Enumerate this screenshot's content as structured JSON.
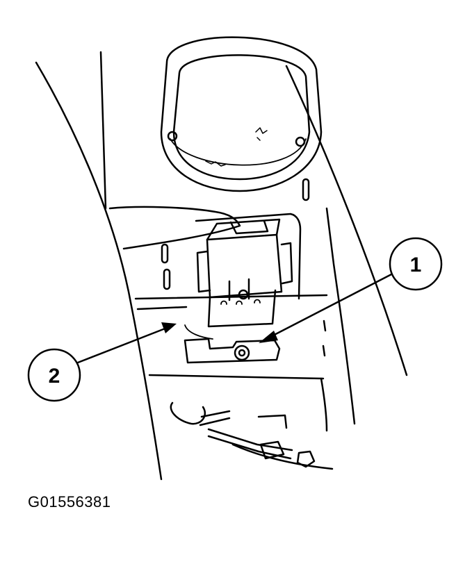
{
  "figure": {
    "id": "G01556381"
  },
  "callouts": [
    {
      "number": "1"
    },
    {
      "number": "2"
    }
  ],
  "colors": {
    "ink": "#000000",
    "paper": "#ffffff"
  }
}
